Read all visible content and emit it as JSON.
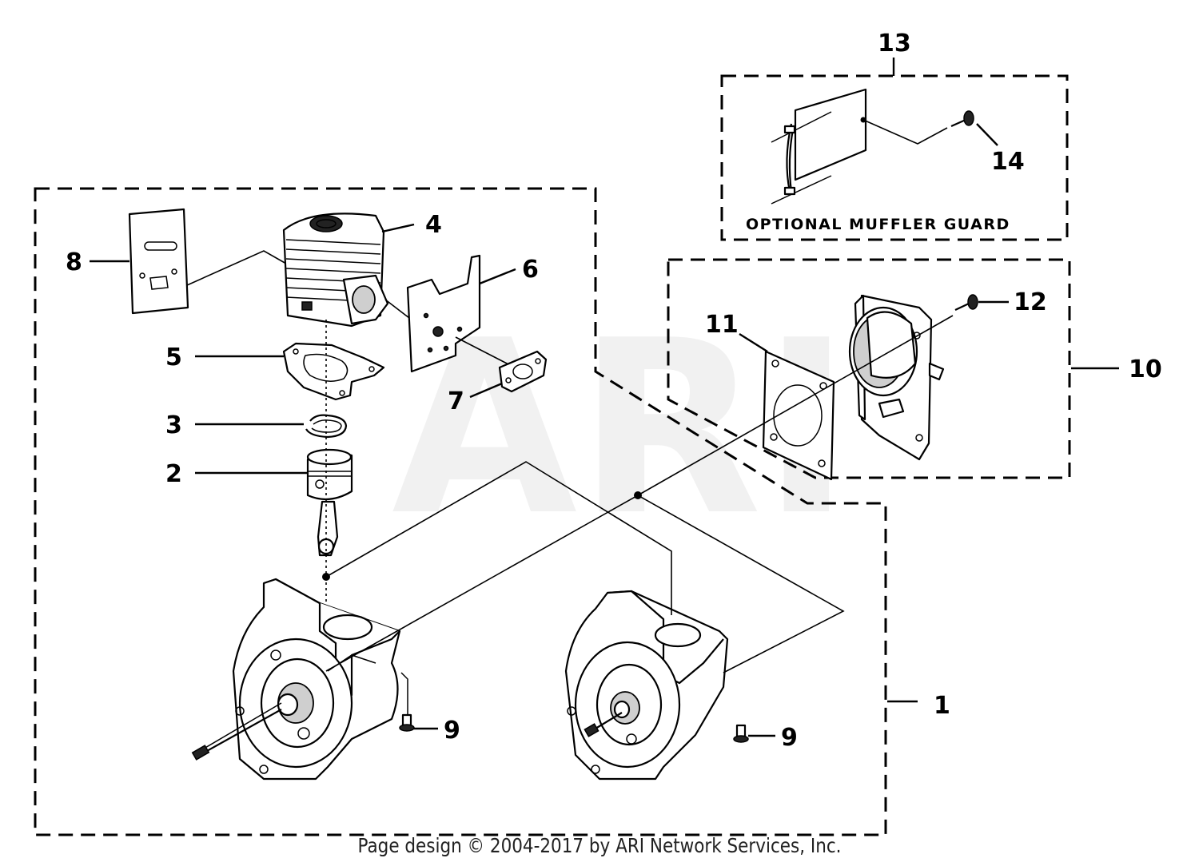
{
  "watermark": "ARI",
  "guard_label": "OPTIONAL MUFFLER GUARD",
  "footer": "Page design © 2004-2017 by ARI Network Services, Inc.",
  "callouts": {
    "c1": "1",
    "c2": "2",
    "c3": "3",
    "c4": "4",
    "c5": "5",
    "c6": "6",
    "c7": "7",
    "c8": "8",
    "c9a": "9",
    "c9b": "9",
    "c10": "10",
    "c11": "11",
    "c12": "12",
    "c13": "13",
    "c14": "14"
  }
}
